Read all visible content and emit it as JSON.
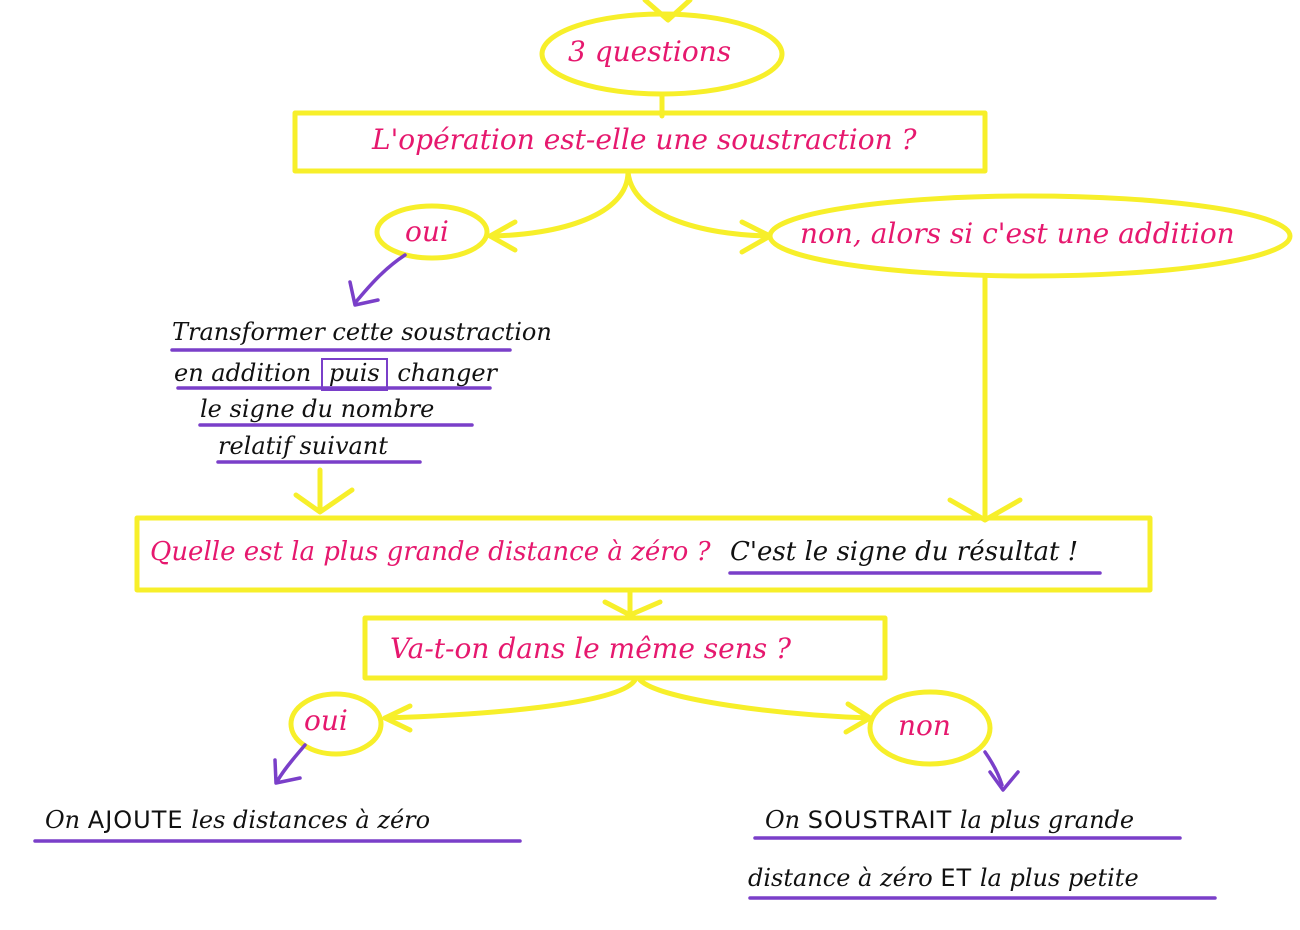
{
  "colors": {
    "yellow": "#f7ef2a",
    "purple": "#7a3fc9",
    "pink": "#e6186e",
    "ink": "#111111"
  },
  "nodes": {
    "start": "3 questions",
    "q1": "L'opération est-elle une soustraction ?",
    "q1_yes": "oui",
    "q1_no": "non, alors si c'est une addition",
    "transform": {
      "line1": "Transformer cette soustraction",
      "line2_a": "en addition",
      "line2_boxed": "puis",
      "line2_b": "changer",
      "line3": "le signe du nombre",
      "line4": "relatif suivant"
    },
    "q2": "Quelle est la plus grande distance à zéro ?",
    "q2_answer": "C'est le signe du résultat !",
    "q3": "Va-t-on dans le même sens ?",
    "q3_yes": "oui",
    "q3_no": "non",
    "result_yes": {
      "prefix": "On",
      "caps": "AJOUTE",
      "suffix": "les distances à zéro"
    },
    "result_no": {
      "line1_prefix": "On",
      "line1_caps": "SOUSTRAIT",
      "line1_suffix": "la plus grande",
      "line2_a": "distance à zéro",
      "line2_caps": "ET",
      "line2_b": "la plus petite"
    }
  }
}
